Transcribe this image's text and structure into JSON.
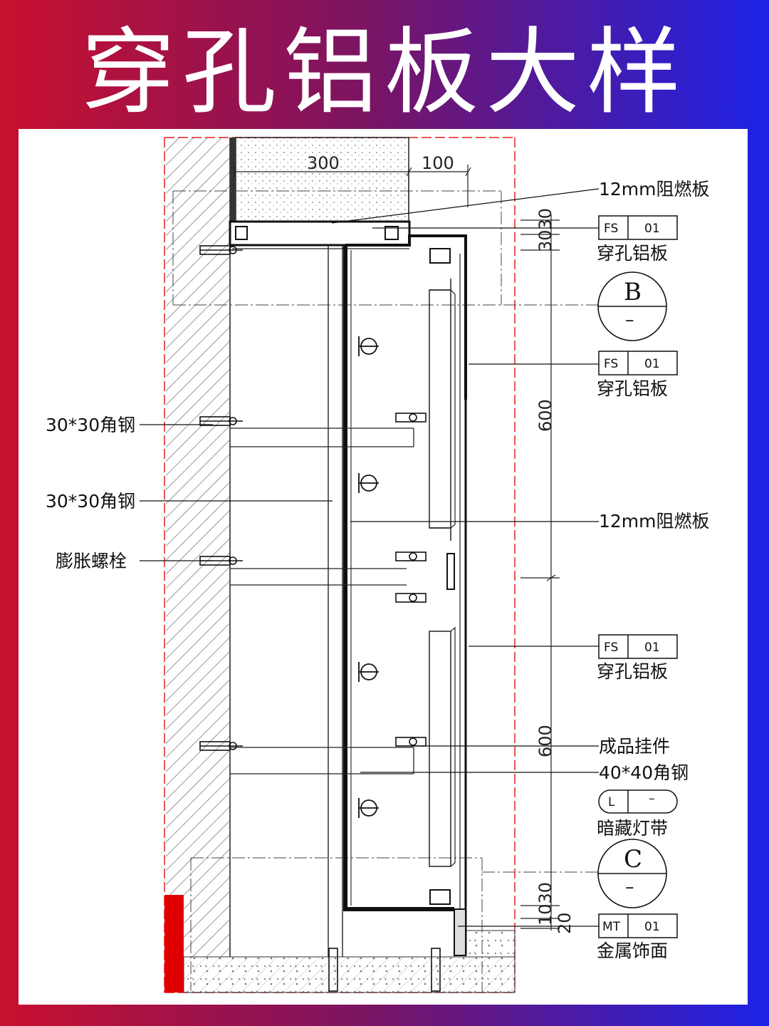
{
  "title": "穿孔铝板大样",
  "dimensions": {
    "top_width_left": "300",
    "top_width_right": "100",
    "small_top": "3030",
    "module_upper": "600",
    "module_lower": "600",
    "small_bottom": "1030",
    "small_bottom_2": "20"
  },
  "callouts_left": [
    {
      "text": "30*30角钢"
    },
    {
      "text": "30*30角钢"
    },
    {
      "text": "膨胀螺栓"
    }
  ],
  "callouts_right": {
    "fireboard_top": "12mm阻燃板",
    "fireboard_mid": "12mm阻燃板",
    "hanger": "成品挂件",
    "angle40": "40*40角钢"
  },
  "material_tags": [
    {
      "code": "FS",
      "num": "01",
      "name": "穿孔铝板"
    },
    {
      "code": "FS",
      "num": "01",
      "name": "穿孔铝板"
    },
    {
      "code": "FS",
      "num": "01",
      "name": "穿孔铝板"
    },
    {
      "code": "MT",
      "num": "01",
      "name": "金属饰面"
    }
  ],
  "light_tag": {
    "code": "L",
    "num": "–",
    "name": "暗藏灯带"
  },
  "section_marks": [
    {
      "letter": "B",
      "sub": "–"
    },
    {
      "letter": "C",
      "sub": "–"
    }
  ],
  "colors": {
    "background_left": "#c8102e",
    "background_right": "#1c22e6",
    "title": "#ffffff",
    "red_line": "#e02020",
    "line": "#1a1a1a"
  }
}
